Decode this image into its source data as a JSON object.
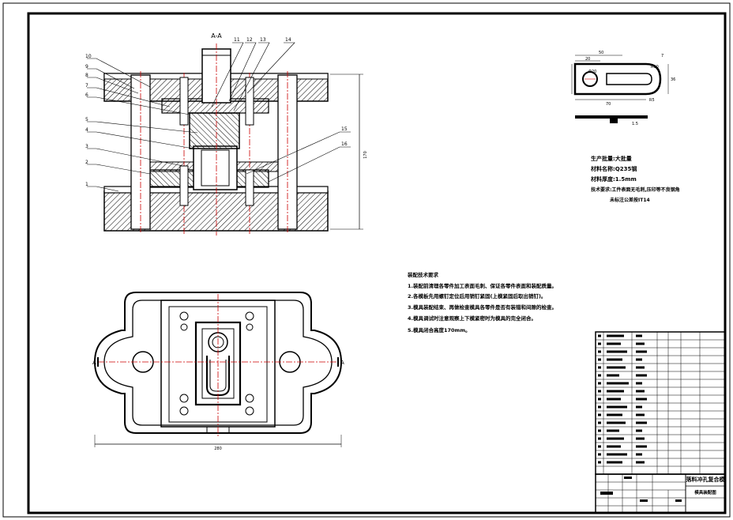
{
  "drawing": {
    "section_label": "A-A",
    "part_numbers": [
      "1",
      "2",
      "3",
      "4",
      "5",
      "6",
      "7",
      "8",
      "9",
      "10",
      "11",
      "12",
      "13",
      "14",
      "15",
      "16"
    ],
    "section_marks": [
      "A",
      "A"
    ]
  },
  "part_view": {
    "dimensions": [
      "50",
      "20",
      "7",
      "Φ20",
      "R10",
      "36",
      "R5",
      "70",
      "1.5"
    ]
  },
  "product_spec": {
    "lines": [
      "生产批量:大批量",
      "材料名称:Q235钢",
      "材料厚度:1.5mm",
      "技术要求:工件表面无毛刺,压印等不良钢角",
      "未标注公差按IT14"
    ]
  },
  "tech_requirements": {
    "title": "装配技术要求",
    "lines": [
      "1.装配前清理各零件加工表面毛刺、保证各零件表面和装配质量。",
      "2.各模板先用螺钉定位后用销钉紧固(上模紧固后取出销钉)。",
      "3.模具装配结束、再做检查模具各零件是否有装错和间隙的检查。",
      "4.模具调试时注意观察上下模紧密时为模具的完全闭合。",
      "5.模具闭合高度170mm。"
    ]
  },
  "overall_dims": {
    "height": "170",
    "width": "280"
  },
  "title_block": {
    "drawing_title": "落料冲孔复合模",
    "drawing_subtitle": "模具装配图"
  }
}
